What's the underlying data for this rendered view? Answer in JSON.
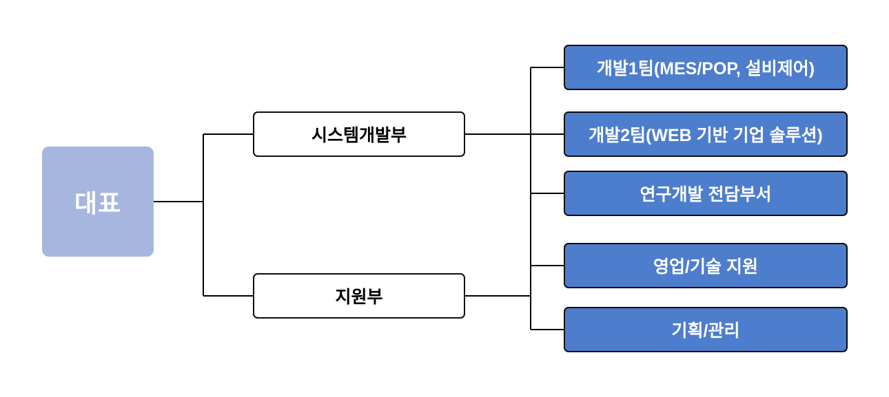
{
  "page": {
    "background": "#ffffff"
  },
  "diagram": {
    "type": "org-chart",
    "ceo": {
      "label": "대표"
    },
    "departments": [
      {
        "label": "시스템개발부",
        "parent": "대표"
      },
      {
        "label": "지원부",
        "parent": "대표"
      }
    ],
    "teams": [
      {
        "label": "개발1팀(MES/POP, 설비제어)",
        "parent": "시스템개발부"
      },
      {
        "label": "개발2팀(WEB 기반 기업 솔루션)",
        "parent": "시스템개발부"
      },
      {
        "label": "연구개발 전담부서",
        "parent": "시스템개발부"
      },
      {
        "label": "영업/기술 지원",
        "parent": "지원부"
      },
      {
        "label": "기획/관리",
        "parent": "지원부"
      }
    ],
    "colors": {
      "page_bg": "#ffffff",
      "ceo_fill": "#a6b6de",
      "ceo_text": "#ffffff",
      "dept_fill": "#ffffff",
      "dept_text": "#000000",
      "team_fill": "#4d7dcd",
      "team_text": "#ffffff",
      "node_border": "#0d0d0d",
      "line": "#000000"
    }
  }
}
